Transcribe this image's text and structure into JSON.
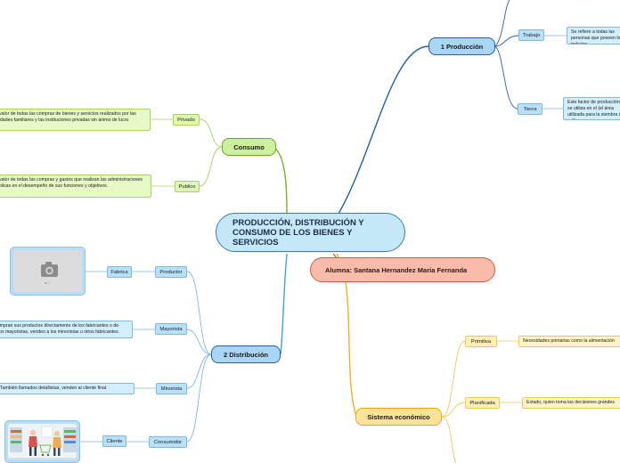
{
  "central": {
    "title": "PRODUCCIÓN, DISTRIBUCIÓN Y CONSUMO DE LOS BIENES Y SERVICIOS"
  },
  "student": {
    "label": "Alumna: Santana Hernandez Maria Fernanda"
  },
  "produccion": {
    "label": "1 Producción",
    "trabajo": {
      "label": "Trabajo",
      "note": "Se refiere a todas las personas que poseen los trabajos"
    },
    "tierra": {
      "label": "Tierra",
      "note": "Este factor de producción se utiliza en el (el área utilizada para la siembra de cultivos, o"
    }
  },
  "consumo": {
    "label": "Consumo",
    "privado": {
      "label": "Privado",
      "note": "El valor de todas las compras de bienes y servicios realizados por las unidades familiares y las instituciones privadas sin ánimo de lucro"
    },
    "publico": {
      "label": "Publico",
      "note": "El valor de todas las compras y gastos que realizan las administraciones públicas en el desempeño de sus funciones y objetivos."
    }
  },
  "distribucion": {
    "label": "2 Distribución",
    "productor": {
      "label": "Productor",
      "child": "Fabrica"
    },
    "mayorista": {
      "label": "Mayorista",
      "note": "Compran sus productos directamente de los fabricantes o de otros mayoristas, venden a los minoristas u otros fabricantes."
    },
    "minorista": {
      "label": "Minorista",
      "note": "También llamados detallistas, venden al cliente final."
    },
    "consumidor": {
      "label": "Consumidor",
      "child": "Cliente"
    }
  },
  "sistema": {
    "label": "Sistema económico",
    "primitiva": {
      "label": "Primitiva",
      "note": "Necesidades primarias como la alimentación"
    },
    "planificada": {
      "label": "Planificada",
      "note": "Estado, quien toma las decisiones grandes"
    }
  },
  "icons": {
    "image_placeholder": "camera-icon",
    "illustration": "shoppers-illustration"
  },
  "colors": {
    "produccion": "#1f5fb0",
    "consumo": "#7bb31a",
    "distribucion": "#3aa4dc",
    "sistema": "#f0b21b",
    "student": "#f9bcaa"
  }
}
